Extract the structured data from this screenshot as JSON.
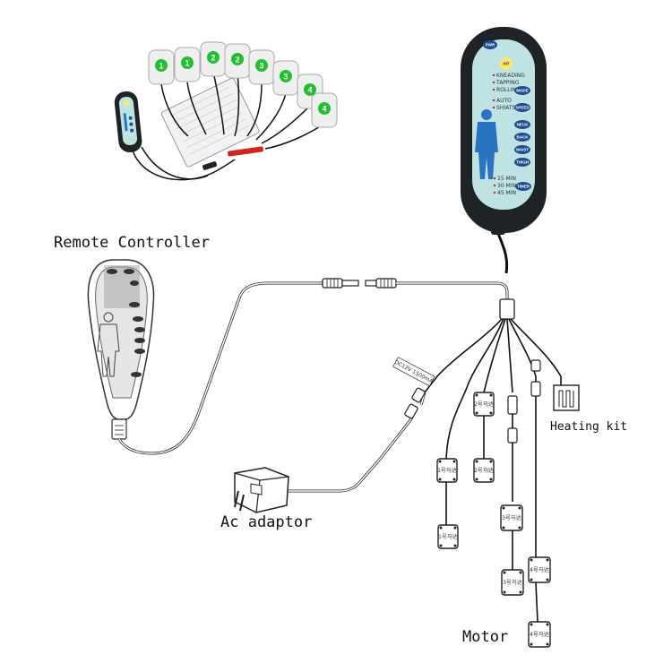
{
  "labels": {
    "remote_controller": "Remote Controller",
    "heating_kit": "Heating kit",
    "ac_adaptor": "Ac adaptor",
    "motor": "Motor",
    "cable_tag": "DC12V 1500mA"
  },
  "top_photo": {
    "pad_numbers": [
      "1",
      "1",
      "2",
      "2",
      "3",
      "3",
      "4",
      "4"
    ]
  },
  "remote_photo": {
    "buttons": [
      "PWR",
      "INT",
      "MODE",
      "SPEED",
      "NECK",
      "BACK",
      "WAIST",
      "THIGH",
      "TIMER"
    ],
    "mode_items": [
      "KNEADING",
      "TAPPING",
      "ROLLING",
      "AUTO",
      "SHIATSU"
    ],
    "timer_items": [
      "15 MIN",
      "30 MIN",
      "45 MIN"
    ]
  },
  "motors": {
    "labels": [
      "1号马达",
      "1号马达",
      "2号马达",
      "2号马达",
      "3号马达",
      "3号马达",
      "4号马达",
      "4号马达"
    ]
  },
  "colors": {
    "pad_green": "#22c02e",
    "remote_body": "#1f2326",
    "remote_face": "#bfe3e3",
    "button_blue": "#1c4f8f",
    "heater_red": "#d22222"
  }
}
